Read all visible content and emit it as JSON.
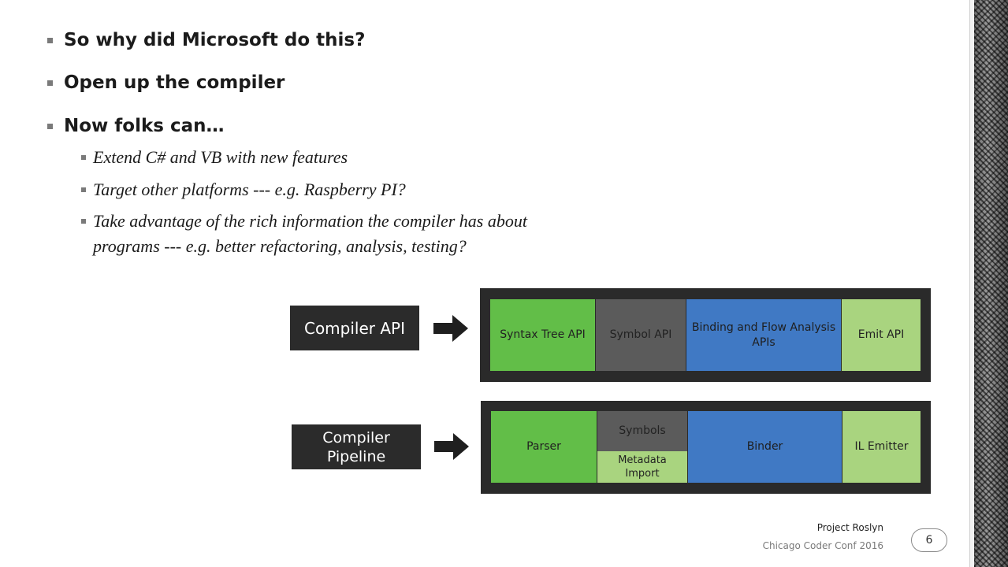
{
  "slide": {
    "bullets": [
      "So why did Microsoft do this?",
      "Open up the compiler",
      "Now folks can…"
    ],
    "sub_bullets": [
      "Extend C# and VB with new features",
      "Target other platforms --- e.g. Raspberry PI?",
      "Take advantage of the rich information the compiler has about",
      "programs --- e.g. better refactoring, analysis, testing?"
    ]
  },
  "diagram": {
    "api_label": "Compiler API",
    "pipeline_label_line1": "Compiler",
    "pipeline_label_line2": "Pipeline",
    "api_cells": {
      "syntax_tree": "Syntax Tree API",
      "symbol": "Symbol API",
      "binding_line1": "Binding and Flow Analysis",
      "binding_line2": "APIs",
      "emit": "Emit API"
    },
    "pipeline_cells": {
      "parser": "Parser",
      "symbols": "Symbols",
      "metadata_line1": "Metadata",
      "metadata_line2": "Import",
      "binder": "Binder",
      "il_emitter": "IL Emitter"
    },
    "colors": {
      "bright_green": "#62be48",
      "gray": "#5b5b5b",
      "blue": "#4079c4",
      "light_green": "#a9d47f",
      "dark": "#2b2b2b"
    }
  },
  "footer": {
    "title": "Project Roslyn",
    "subtitle": "Chicago Coder Conf 2016",
    "page_number": "6"
  }
}
